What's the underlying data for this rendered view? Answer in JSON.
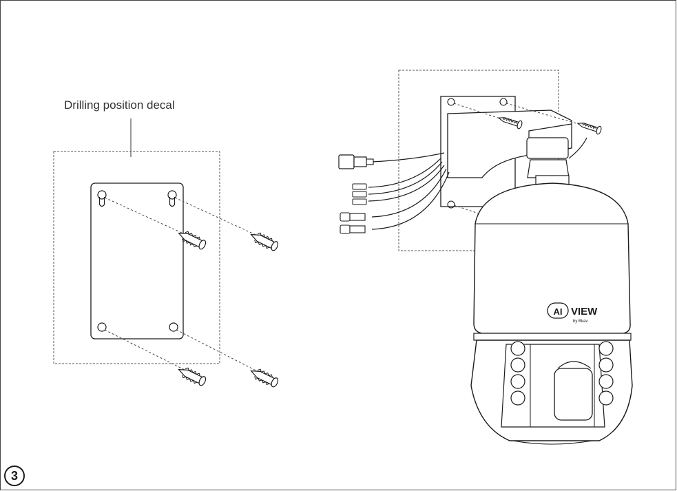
{
  "labels": {
    "drilling_decal": "Drilling position decal"
  },
  "step": {
    "number": "3"
  },
  "brand": {
    "logo_text": "AI VIEW by Bkav"
  },
  "colors": {
    "line": "#1a1a1a",
    "dashed": "#555555",
    "frame": "#444444"
  }
}
